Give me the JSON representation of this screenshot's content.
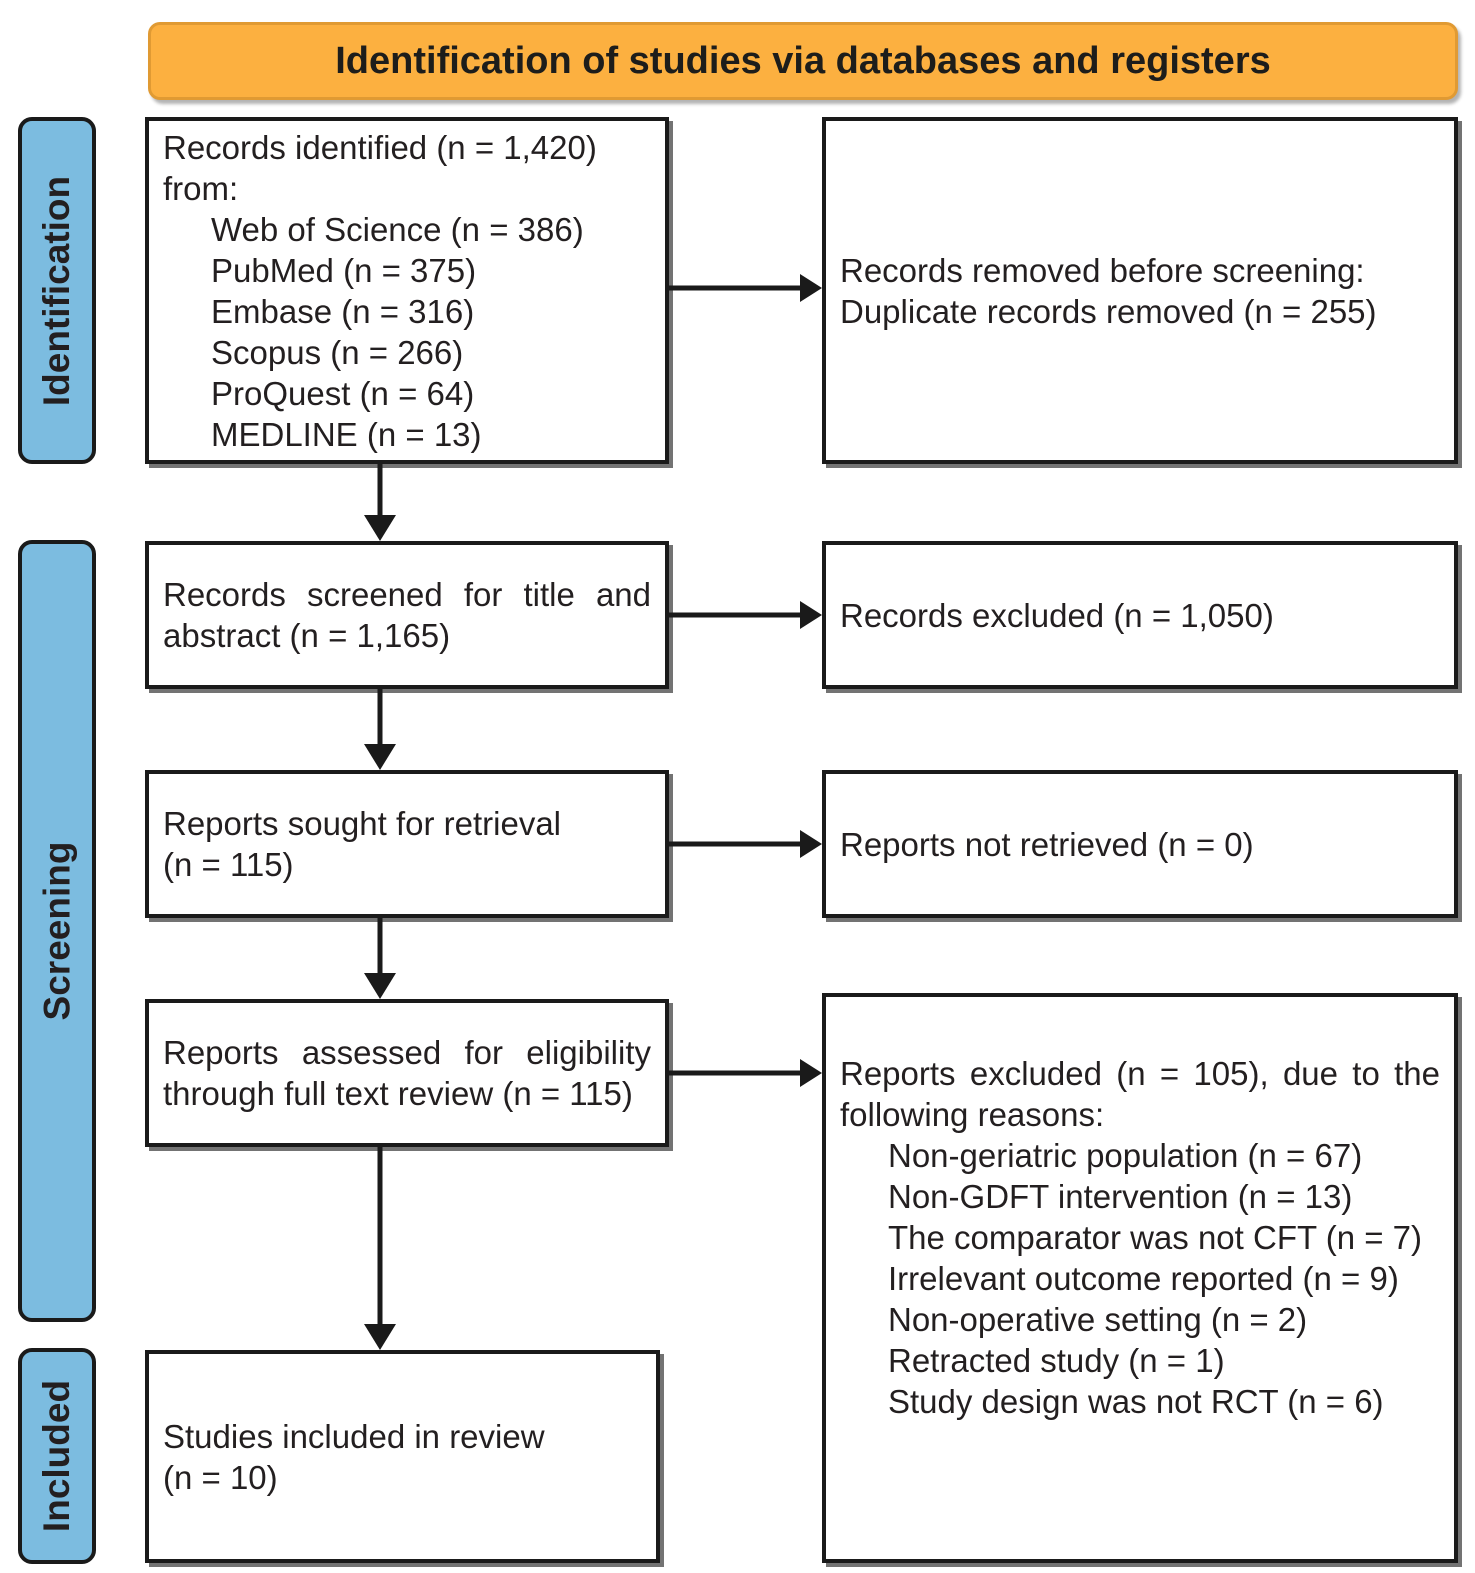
{
  "banner": {
    "title": "Identification of studies via databases and registers",
    "bg_color": "#fcb040"
  },
  "stages": [
    {
      "key": "identification",
      "label": "Identification",
      "bg_color": "#7cbce0"
    },
    {
      "key": "screening",
      "label": "Screening",
      "bg_color": "#7cbce0"
    },
    {
      "key": "included",
      "label": "Included",
      "bg_color": "#7cbce0"
    }
  ],
  "boxes": {
    "records_identified": {
      "heading": "Records identified (n = 1,420)\nfrom:",
      "sources": [
        "Web of Science (n = 386)",
        "PubMed (n = 375)",
        "Embase (n = 316)",
        "Scopus (n = 266)",
        "ProQuest (n = 64)",
        "MEDLINE (n = 13)"
      ]
    },
    "records_removed": {
      "text": "Records removed before screening:\nDuplicate records removed (n = 255)"
    },
    "records_screened": {
      "text": "Records screened for title and abstract (n = 1,165)"
    },
    "records_excluded": {
      "text": "Records excluded (n = 1,050)"
    },
    "reports_sought": {
      "text": "Reports sought for retrieval\n(n = 115)"
    },
    "reports_not_retrieved": {
      "text": "Reports not retrieved (n = 0)"
    },
    "reports_assessed": {
      "text": "Reports assessed for eligibility through full text review (n = 115)"
    },
    "reports_excluded": {
      "heading": "Reports excluded (n = 105), due to the following reasons:",
      "reasons": [
        "Non-geriatric population (n = 67)",
        "Non-GDFT intervention (n = 13)",
        "The comparator was not CFT (n = 7)",
        "Irrelevant outcome reported (n = 9)",
        "Non-operative setting (n = 2)",
        "Retracted study (n = 1)",
        "Study design was not RCT (n = 6)"
      ]
    },
    "studies_included": {
      "text": "Studies included in review\n(n = 10)"
    }
  },
  "chart_data": {
    "type": "diagram",
    "title": "Identification of studies via databases and registers",
    "nodes": [
      {
        "id": "records_identified",
        "stage": "Identification",
        "label": "Records identified from databases",
        "n": 1420
      },
      {
        "id": "web_of_science",
        "stage": "Identification",
        "label": "Web of Science",
        "n": 386
      },
      {
        "id": "pubmed",
        "stage": "Identification",
        "label": "PubMed",
        "n": 375
      },
      {
        "id": "embase",
        "stage": "Identification",
        "label": "Embase",
        "n": 316
      },
      {
        "id": "scopus",
        "stage": "Identification",
        "label": "Scopus",
        "n": 266
      },
      {
        "id": "proquest",
        "stage": "Identification",
        "label": "ProQuest",
        "n": 64
      },
      {
        "id": "medline",
        "stage": "Identification",
        "label": "MEDLINE",
        "n": 13
      },
      {
        "id": "duplicates_removed",
        "stage": "Identification",
        "label": "Duplicate records removed",
        "n": 255
      },
      {
        "id": "records_screened",
        "stage": "Screening",
        "label": "Records screened for title and abstract",
        "n": 1165
      },
      {
        "id": "records_excluded",
        "stage": "Screening",
        "label": "Records excluded",
        "n": 1050
      },
      {
        "id": "reports_sought",
        "stage": "Screening",
        "label": "Reports sought for retrieval",
        "n": 115
      },
      {
        "id": "reports_not_retrieved",
        "stage": "Screening",
        "label": "Reports not retrieved",
        "n": 0
      },
      {
        "id": "reports_assessed",
        "stage": "Screening",
        "label": "Reports assessed for eligibility through full text review",
        "n": 115
      },
      {
        "id": "reports_excluded",
        "stage": "Screening",
        "label": "Reports excluded",
        "n": 105
      },
      {
        "id": "excl_non_geriatric",
        "stage": "Screening",
        "label": "Non-geriatric population",
        "n": 67
      },
      {
        "id": "excl_non_gdft",
        "stage": "Screening",
        "label": "Non-GDFT intervention",
        "n": 13
      },
      {
        "id": "excl_comparator_not_cft",
        "stage": "Screening",
        "label": "The comparator was not CFT",
        "n": 7
      },
      {
        "id": "excl_irrelevant_outcome",
        "stage": "Screening",
        "label": "Irrelevant outcome reported",
        "n": 9
      },
      {
        "id": "excl_non_operative",
        "stage": "Screening",
        "label": "Non-operative setting",
        "n": 2
      },
      {
        "id": "excl_retracted",
        "stage": "Screening",
        "label": "Retracted study",
        "n": 1
      },
      {
        "id": "excl_not_rct",
        "stage": "Screening",
        "label": "Study design was not RCT",
        "n": 6
      },
      {
        "id": "studies_included",
        "stage": "Included",
        "label": "Studies included in review",
        "n": 10
      }
    ],
    "edges": [
      {
        "from": "records_identified",
        "to": "duplicates_removed"
      },
      {
        "from": "records_identified",
        "to": "records_screened"
      },
      {
        "from": "records_screened",
        "to": "records_excluded"
      },
      {
        "from": "records_screened",
        "to": "reports_sought"
      },
      {
        "from": "reports_sought",
        "to": "reports_not_retrieved"
      },
      {
        "from": "reports_sought",
        "to": "reports_assessed"
      },
      {
        "from": "reports_assessed",
        "to": "reports_excluded"
      },
      {
        "from": "reports_assessed",
        "to": "studies_included"
      }
    ]
  }
}
